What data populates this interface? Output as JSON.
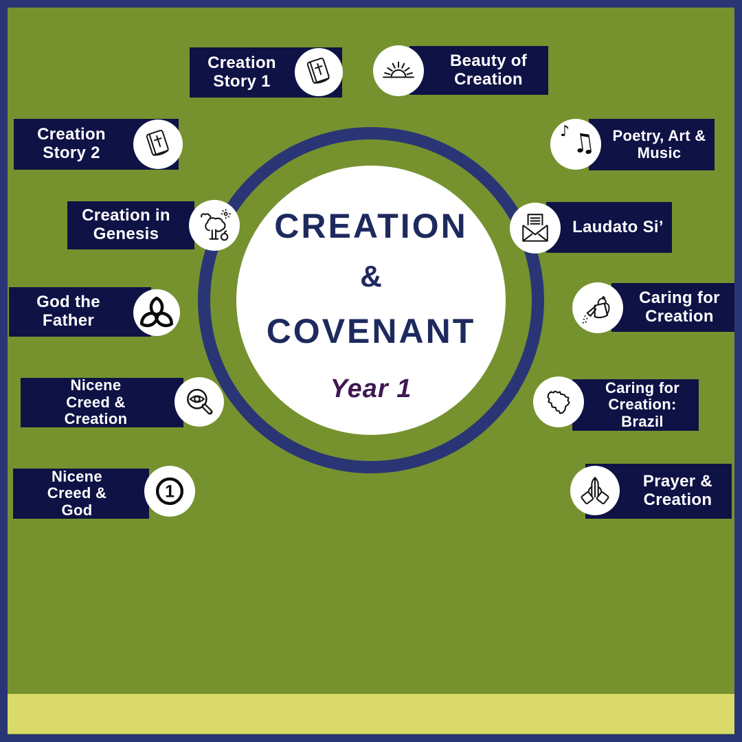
{
  "title": {
    "line1": "CREATION",
    "amp": "&",
    "line2": "COVENANT",
    "year": "Year 1"
  },
  "items": [
    {
      "label": "Creation\nStory 1",
      "icon": "bible-icon"
    },
    {
      "label": "Beauty of\nCreation",
      "icon": "sunrise-icon"
    },
    {
      "label": "Creation\nStory 2",
      "icon": "bible-icon"
    },
    {
      "label": "Poetry, Art &\nMusic",
      "icon": "music-notes-icon"
    },
    {
      "label": "Creation in\nGenesis",
      "icon": "tree-icon"
    },
    {
      "label": "Laudato Si’",
      "icon": "envelope-letter-icon"
    },
    {
      "label": "God the\nFather",
      "icon": "trinity-knot-icon"
    },
    {
      "label": "Caring for\nCreation",
      "icon": "watering-can-icon"
    },
    {
      "label": "Nicene\nCreed &\nCreation",
      "icon": "eye-magnifier-icon"
    },
    {
      "label": "Caring for\nCreation:\nBrazil",
      "icon": "brazil-map-icon"
    },
    {
      "label": "Nicene\nCreed &\nGod",
      "icon": "number-one-icon"
    },
    {
      "label": "Prayer &\nCreation",
      "icon": "praying-hands-icon"
    }
  ],
  "icons": {
    "music_note_small": "♪",
    "music_note_beamed": "♫",
    "number_one": "1"
  },
  "colors": {
    "background_green": "#75922F",
    "border_navy": "#2A3575",
    "bar_navy": "#0E1245",
    "ring_navy": "#2A3575",
    "title_navy": "#1E2A5E",
    "subtitle_purple": "#3F1852",
    "accent_strip_yellow": "#D9DA6A",
    "icon_circle_white": "#FFFFFF"
  }
}
